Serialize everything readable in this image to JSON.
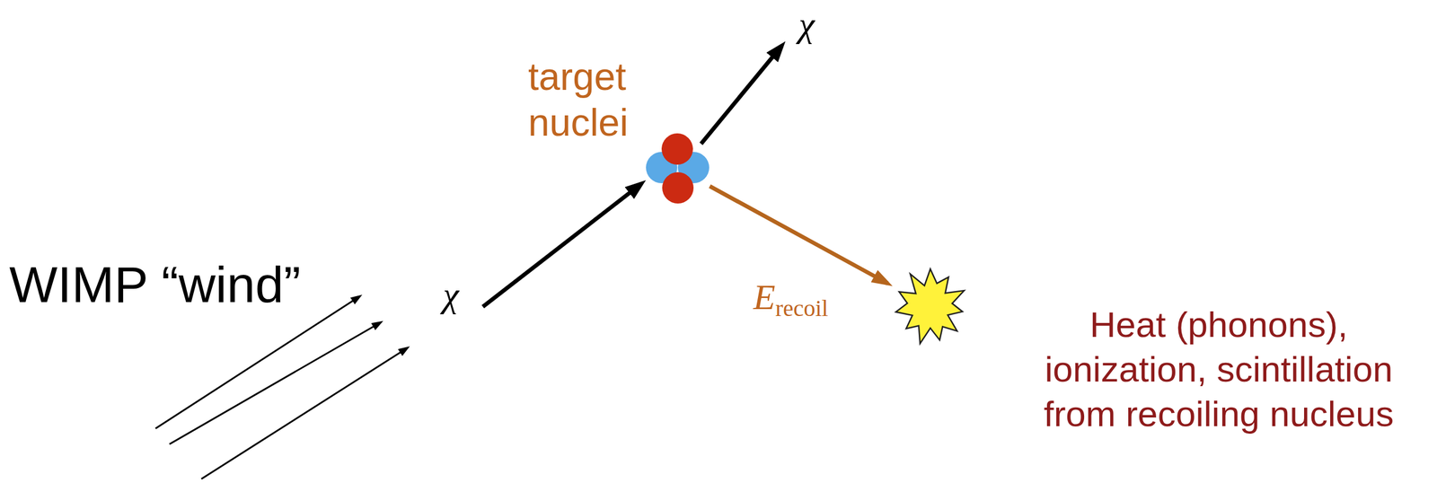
{
  "diagram": {
    "nodes": [
      {
        "text": [
          "target nuclei"
        ]
      },
      {
        "text": [
          "Heat (phonons), ionization, scintillation from recoiling nucleus"
        ]
      }
    ],
    "edges": [
      {
        "from": 0,
        "to": 1,
        "arrow": "to",
        "label": "Erecoil"
      }
    ],
    "labels": [
      "WIMP “wind”",
      "χ",
      "χ"
    ]
  }
}
